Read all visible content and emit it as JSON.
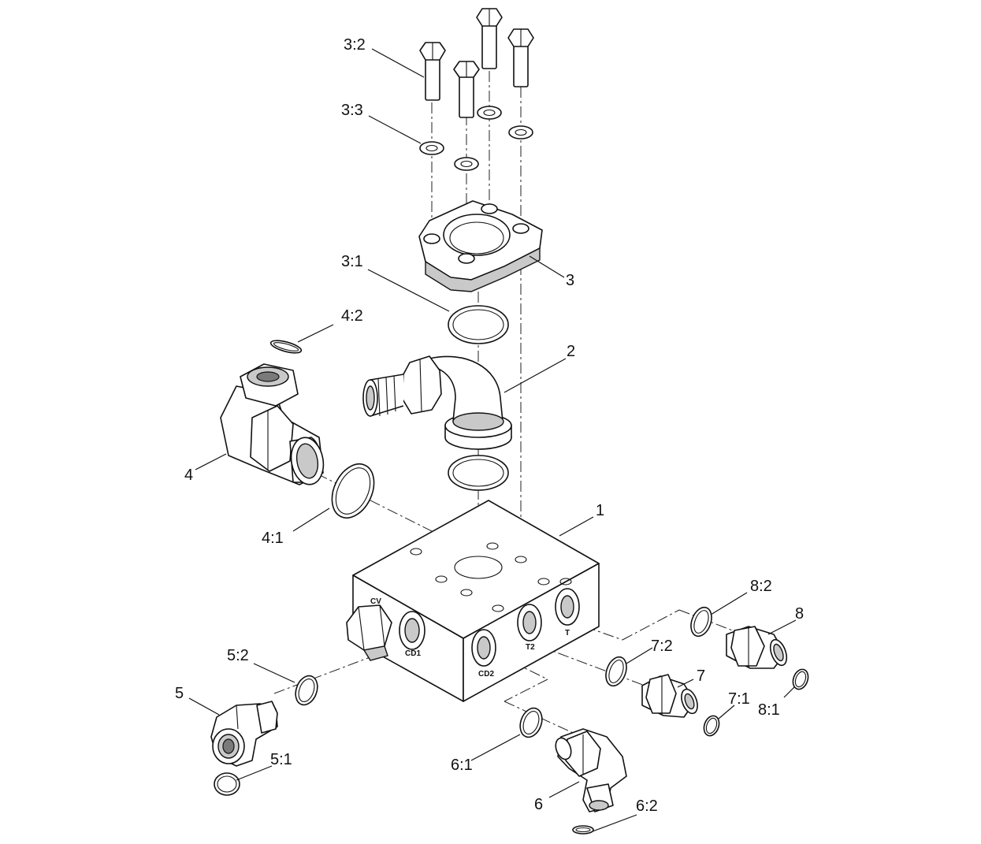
{
  "callouts": {
    "c1": "1",
    "c2": "2",
    "c3": "3",
    "c3_1": "3:1",
    "c3_2": "3:2",
    "c3_3": "3:3",
    "c4": "4",
    "c4_1": "4:1",
    "c4_2": "4:2",
    "c5": "5",
    "c5_1": "5:1",
    "c5_2": "5:2",
    "c6": "6",
    "c6_1": "6:1",
    "c6_2": "6:2",
    "c7": "7",
    "c7_1": "7:1",
    "c7_2": "7:2",
    "c8": "8",
    "c8_1": "8:1",
    "c8_2": "8:2"
  },
  "port_labels": {
    "cv": "CV",
    "cd1": "CD1",
    "cd2": "CD2",
    "t2": "T2",
    "t": "T"
  }
}
